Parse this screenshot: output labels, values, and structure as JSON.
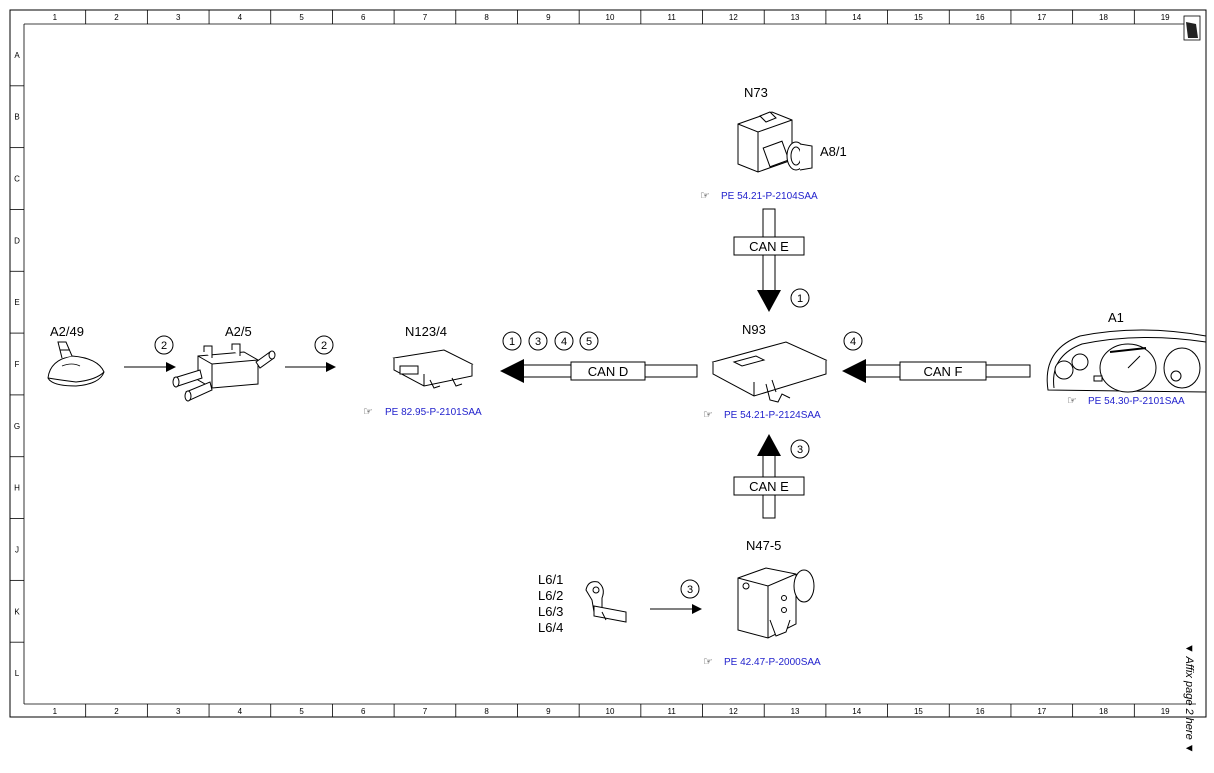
{
  "grid": {
    "columns": [
      "1",
      "2",
      "3",
      "4",
      "5",
      "6",
      "7",
      "8",
      "9",
      "10",
      "11",
      "12",
      "13",
      "14",
      "15",
      "16",
      "17",
      "18",
      "19"
    ],
    "rows": [
      "A",
      "B",
      "C",
      "D",
      "E",
      "F",
      "G",
      "H",
      "J",
      "K",
      "L"
    ]
  },
  "components": {
    "a2_49": "A2/49",
    "a2_5": "A2/5",
    "n123_4": "N123/4",
    "n73": "N73",
    "a8_1": "A8/1",
    "n93": "N93",
    "a1": "A1",
    "n47_5": "N47-5",
    "l6_1": "L6/1",
    "l6_2": "L6/2",
    "l6_3": "L6/3",
    "l6_4": "L6/4"
  },
  "references": {
    "n73_ref": "PE 54.21-P-2104SAA",
    "n123_ref": "PE 82.95-P-2101SAA",
    "n93_ref": "PE 54.21-P-2124SAA",
    "a1_ref": "PE 54.30-P-2101SAA",
    "n47_ref": "PE 42.47-P-2000SAA"
  },
  "buses": {
    "can_e_top": "CAN E",
    "can_e_bottom": "CAN E",
    "can_d": "CAN D",
    "can_f": "CAN F"
  },
  "markers": {
    "m_a2_49": "2",
    "m_a2_5": "2",
    "m_can_d_1": "1",
    "m_can_d_2": "3",
    "m_can_d_3": "4",
    "m_can_d_4": "5",
    "m_can_e_top": "1",
    "m_can_f": "4",
    "m_can_e_bottom": "3",
    "m_l6": "3"
  },
  "side_note": "▼ Affix page 2 here ▼",
  "colors": {
    "reference_link": "#1f1fcc",
    "line": "#000000"
  }
}
